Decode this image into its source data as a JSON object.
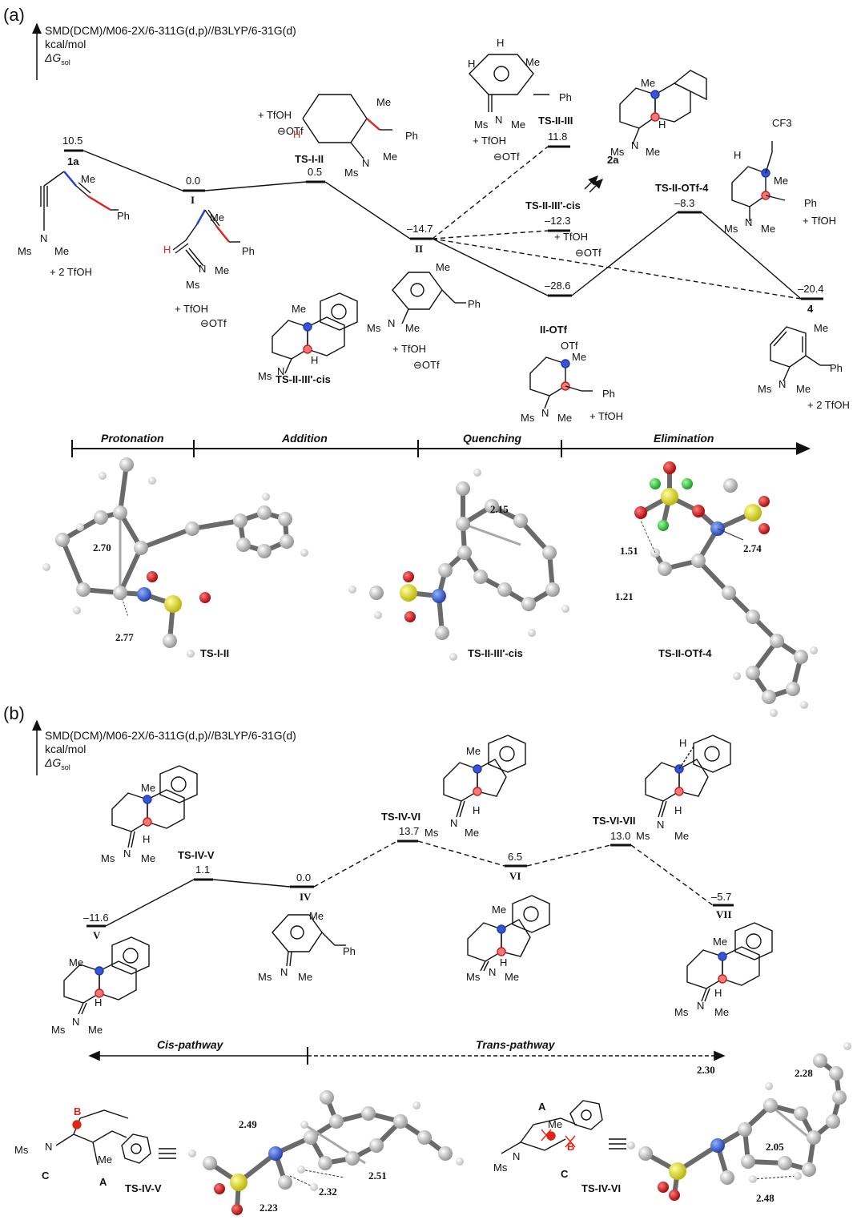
{
  "panel_a": {
    "tag": "(a)",
    "method": {
      "line1": "SMD(DCM)/M06-2X/6-311G(d,p)//B3LYP/6-31G(d)",
      "line2": "kcal/mol",
      "line3_prefix": "ΔG",
      "line3_sub": "sol"
    },
    "states": [
      {
        "label": "1a",
        "value": "10.5"
      },
      {
        "label": "I",
        "value": "0.0"
      },
      {
        "label": "TS-I-II",
        "value": "0.5"
      },
      {
        "label": "II",
        "value": "–14.7"
      },
      {
        "label": "TS-II-III",
        "value": "11.8"
      },
      {
        "label": "TS-II-III'-cis",
        "value": "–12.3"
      },
      {
        "label": "II-OTf",
        "value": "–28.6"
      },
      {
        "label": "TS-II-OTf-4",
        "value": "–8.3"
      },
      {
        "label": "4",
        "value": "–20.4"
      }
    ],
    "product_label": "2a",
    "mol_labels": {
      "ts_cis_caption": "TS-II-III'-cis"
    },
    "reagents": {
      "two_tfoh": "+ 2 TfOH",
      "tfoh": "+ TfOH",
      "otf": "OTf",
      "tfoh2": "+ TfOH"
    },
    "stages": [
      "Protonation",
      "Addition",
      "Quenching",
      "Elimination"
    ],
    "structures_3d": [
      {
        "name": "TS-I-II",
        "distances": [
          "2.70",
          "2.77"
        ]
      },
      {
        "name": "TS-II-III'-cis",
        "distances": [
          "2.15"
        ]
      },
      {
        "name": "TS-II-OTf-4",
        "distances": [
          "1.51",
          "1.21",
          "2.74"
        ]
      }
    ]
  },
  "panel_b": {
    "tag": "(b)",
    "method": {
      "line1": "SMD(DCM)/M06-2X/6-311G(d,p)//B3LYP/6-31G(d)",
      "line2": "kcal/mol",
      "line3_prefix": "ΔG",
      "line3_sub": "sol"
    },
    "states": [
      {
        "label": "V",
        "value": "–11.6"
      },
      {
        "label": "TS-IV-V",
        "value": "1.1"
      },
      {
        "label": "IV",
        "value": "0.0"
      },
      {
        "label": "TS-IV-VI",
        "value": "13.7"
      },
      {
        "label": "VI",
        "value": "6.5"
      },
      {
        "label": "TS-VI-VII",
        "value": "13.0"
      },
      {
        "label": "VII",
        "value": "–5.7"
      }
    ],
    "pathways": {
      "cis": "Cis-pathway",
      "trans": "Trans-pathway"
    },
    "structures_3d": [
      {
        "name": "TS-IV-V",
        "distances": [
          "2.49",
          "2.51",
          "2.23",
          "2.32"
        ],
        "ring_labels": [
          "A",
          "B",
          "C"
        ]
      },
      {
        "name": "TS-IV-VI",
        "distances": [
          "2.30",
          "2.28",
          "2.05",
          "2.48"
        ],
        "ring_labels": [
          "A",
          "B",
          "C"
        ]
      }
    ]
  },
  "atoms": {
    "me": "Me",
    "ph": "Ph",
    "ms": "Ms",
    "n": "N",
    "h": "H",
    "cf3": "CF3"
  },
  "colors": {
    "carbon": "#b9b9b9",
    "hydrogen": "#e6e6e6",
    "oxygen": "#d01a1a",
    "sulfur": "#e1dc23",
    "nitrogen": "#2f57c9",
    "fluorine": "#33c23c",
    "blue_bond": "#1d3fd6",
    "red_bond": "#e0241a"
  }
}
